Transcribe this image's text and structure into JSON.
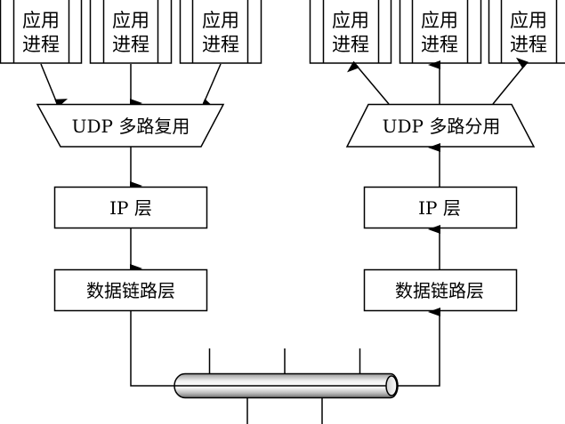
{
  "diagram": {
    "title": "UDP multiplexing and demultiplexing",
    "sender": {
      "processes": [
        {
          "line1": "应用",
          "line2": "进程"
        },
        {
          "line1": "应用",
          "line2": "进程"
        },
        {
          "line1": "应用",
          "line2": "进程"
        }
      ],
      "udp_label": "UDP 多路复用",
      "ip_label": "IP 层",
      "link_label": "数据链路层"
    },
    "receiver": {
      "processes": [
        {
          "line1": "应用",
          "line2": "进程"
        },
        {
          "line1": "应用",
          "line2": "进程"
        },
        {
          "line1": "应用",
          "line2": "进程"
        }
      ],
      "udp_label": "UDP 多路分用",
      "ip_label": "IP 层",
      "link_label": "数据链路层"
    },
    "colors": {
      "stroke": "#000000",
      "background": "#ffffff"
    }
  }
}
